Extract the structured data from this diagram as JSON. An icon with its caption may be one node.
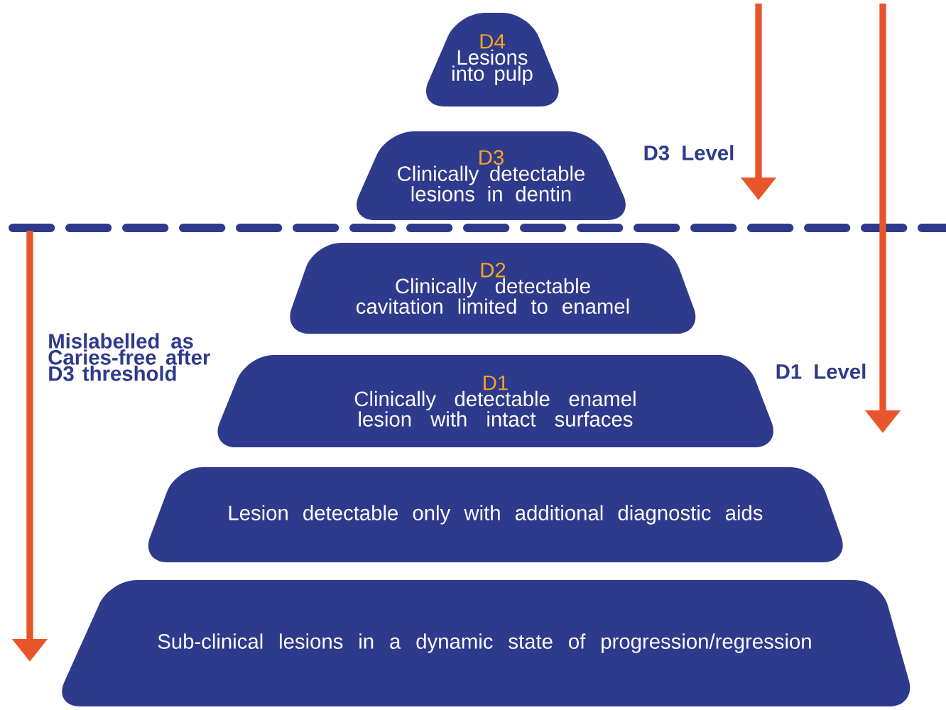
{
  "diagram": {
    "nodes": [
      {
        "text": [
          "D4",
          "Lesions into pulp"
        ]
      },
      {
        "text": [
          "D3",
          "Clinically detectable lesions in dentin"
        ]
      },
      {
        "text": [
          "D2",
          "Clinically detectable cavitation limited to enamel"
        ]
      },
      {
        "text": [
          "D1",
          "Clinically detectable enamel lesion with intact surfaces"
        ]
      },
      {
        "text": [
          "Lesion detectable only with additional diagnostic aids"
        ]
      },
      {
        "text": [
          "Sub-clinical lesions in a dynamic state of progression/regression"
        ]
      }
    ],
    "labels": [
      "D3 Level",
      "D1 Level",
      "Mislabelled as Caries-free after D3 threshold"
    ]
  }
}
